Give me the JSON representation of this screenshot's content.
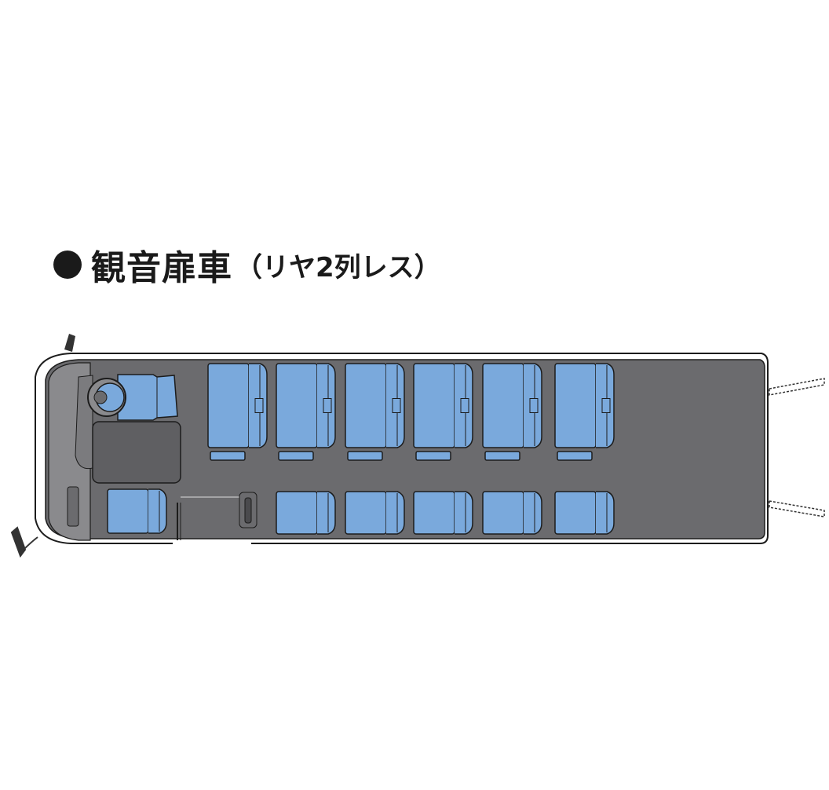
{
  "title": {
    "main": "観音扉車",
    "sub": "（リヤ2列レス）"
  },
  "layout": {
    "top_row_seats": 6,
    "bottom_row_seats": 5,
    "driver_seat": 1,
    "front_passenger_seat": 1
  },
  "colors": {
    "floor": "#6b6b6e",
    "seat": "#7aa9dc",
    "outline": "#1c1c1c",
    "body": "#ffffff",
    "cab": "#8a8a8d"
  }
}
